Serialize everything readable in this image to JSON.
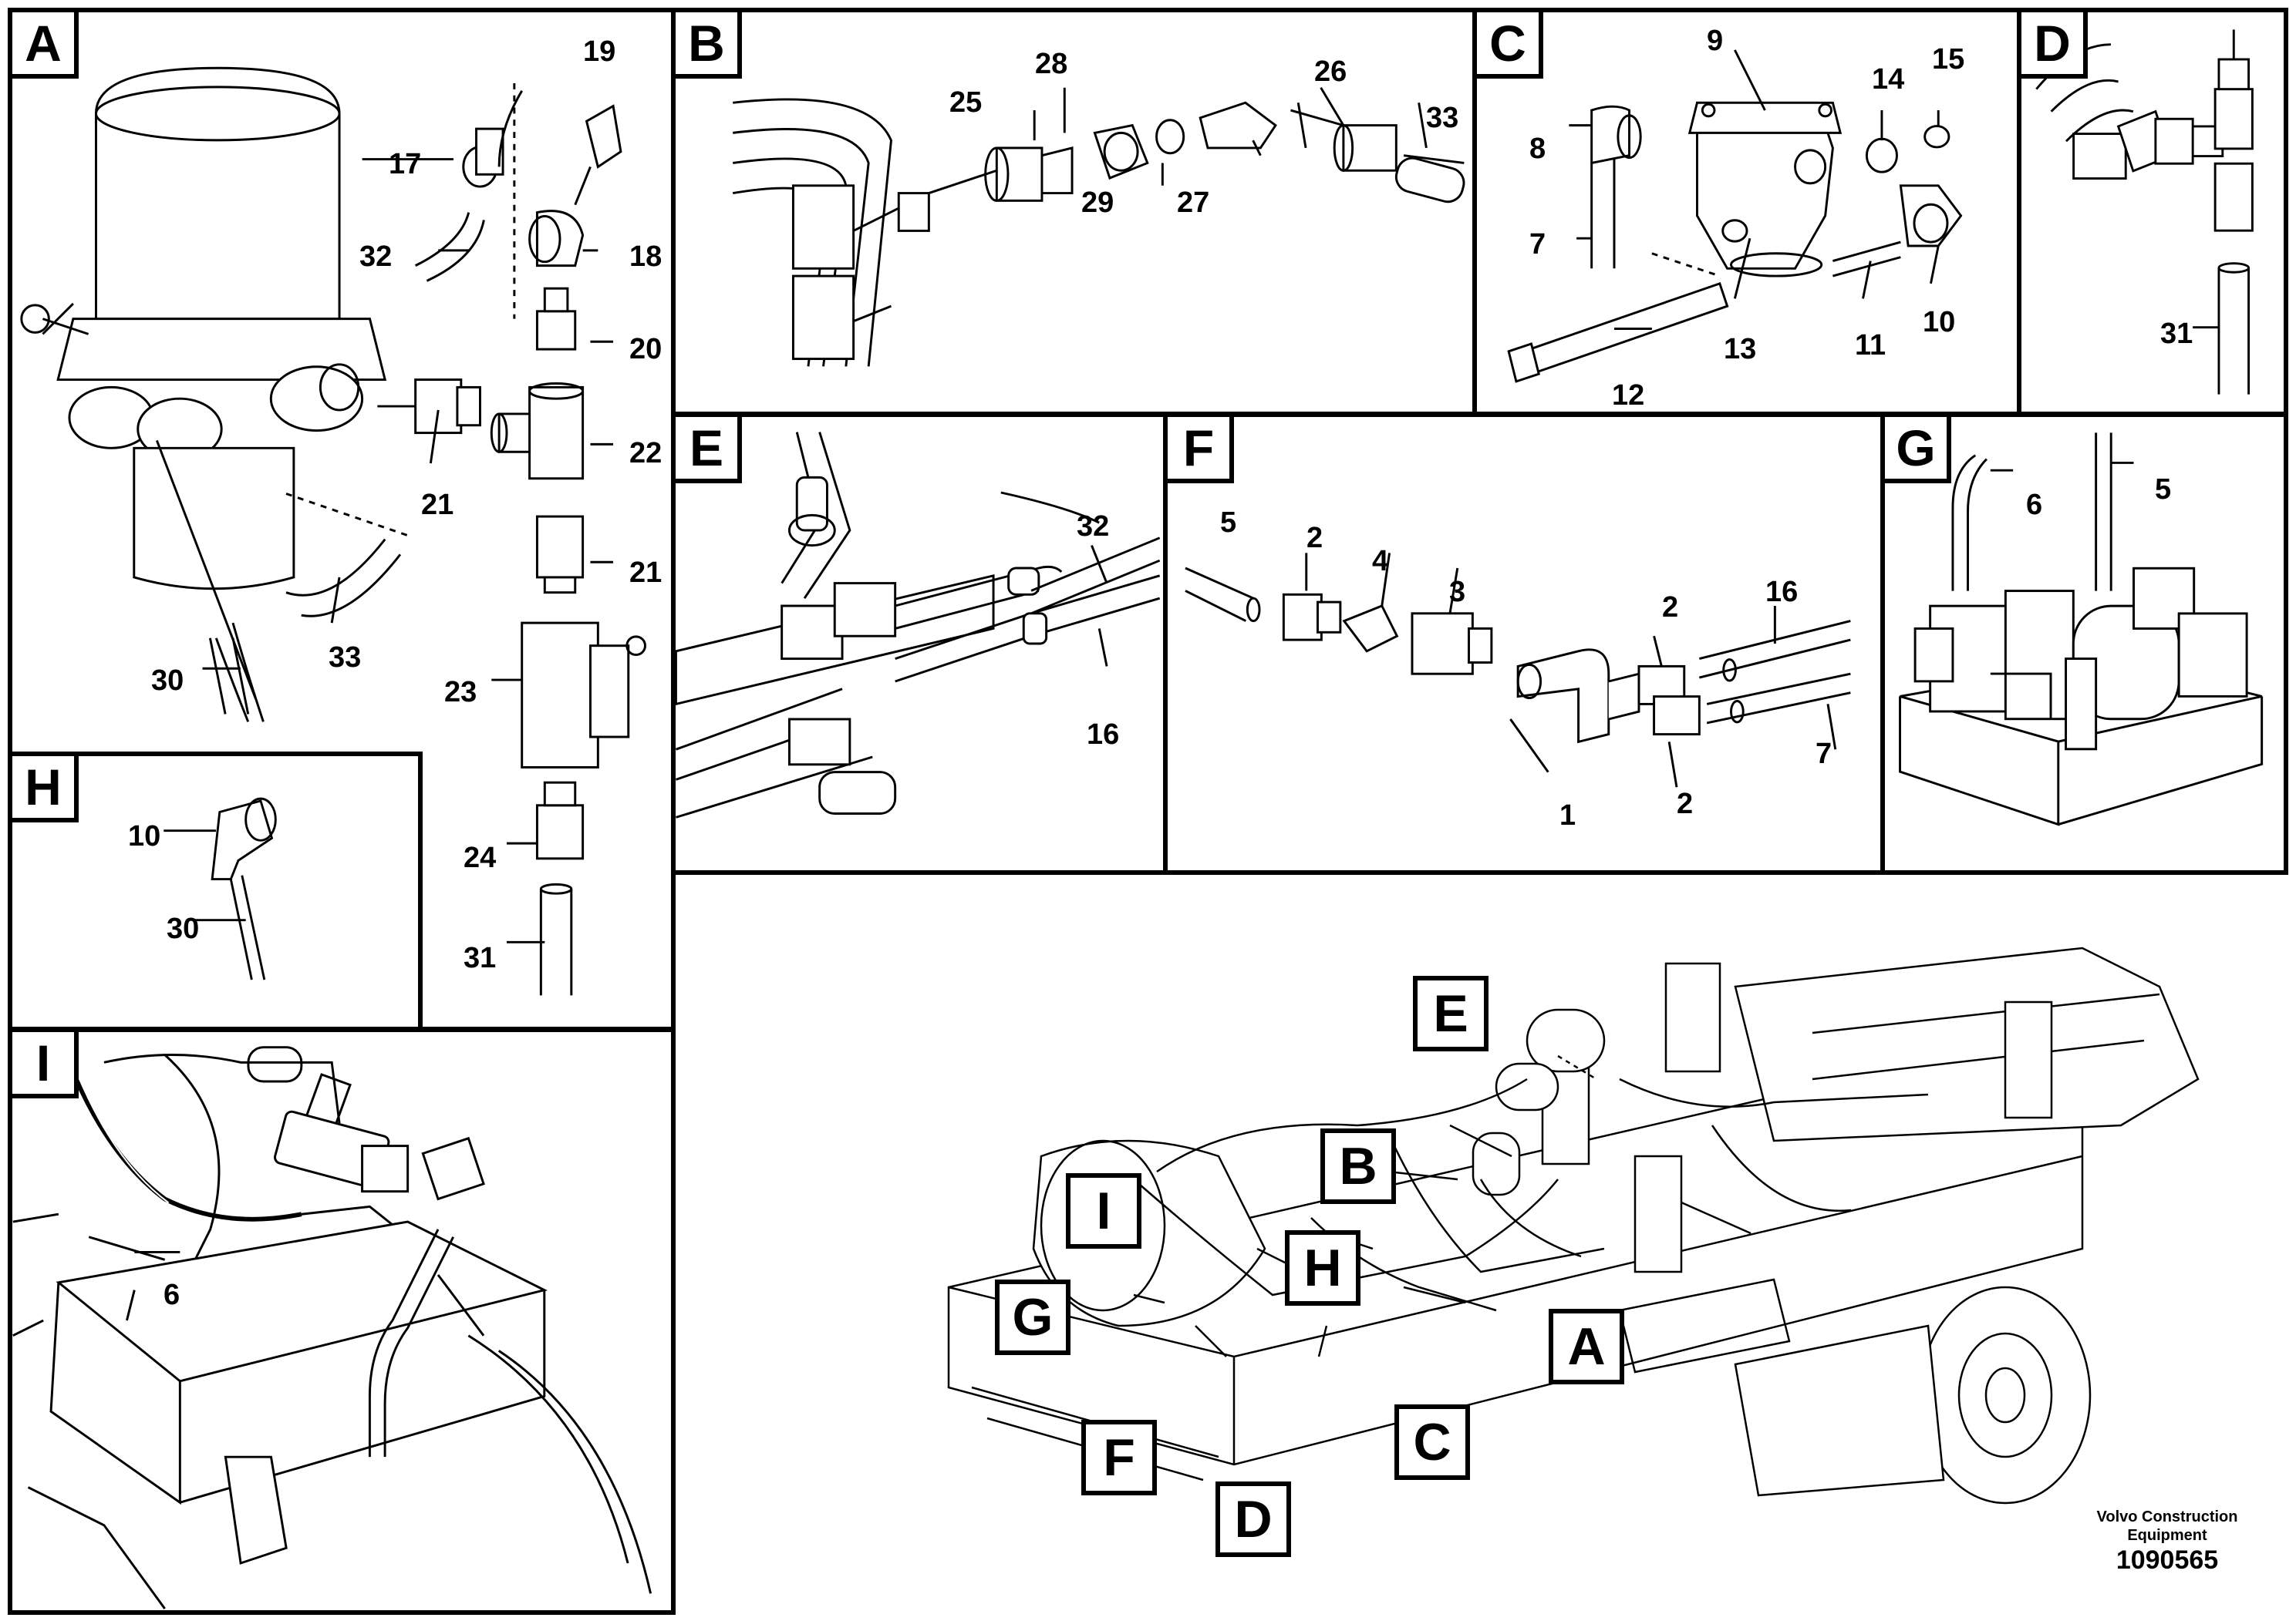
{
  "panels": {
    "A": {
      "tag": "A"
    },
    "B": {
      "tag": "B"
    },
    "C": {
      "tag": "C"
    },
    "D": {
      "tag": "D"
    },
    "E": {
      "tag": "E"
    },
    "F": {
      "tag": "F"
    },
    "G": {
      "tag": "G"
    },
    "H": {
      "tag": "H"
    },
    "I": {
      "tag": "I"
    }
  },
  "numbers": {
    "A": [
      "19",
      "17",
      "32",
      "18",
      "20",
      "22",
      "21",
      "21",
      "33",
      "30",
      "23",
      "24",
      "31"
    ],
    "B": [
      "28",
      "25",
      "26",
      "33",
      "29",
      "27"
    ],
    "C": [
      "9",
      "15",
      "14",
      "8",
      "7",
      "13",
      "12",
      "11",
      "10"
    ],
    "D": [
      "31"
    ],
    "E": [
      "32",
      "16"
    ],
    "F": [
      "5",
      "2",
      "4",
      "3",
      "16",
      "2",
      "2",
      "7",
      "1"
    ],
    "G": [
      "6",
      "5"
    ],
    "H": [
      "10",
      "30"
    ],
    "I": [
      "6"
    ]
  },
  "callouts": [
    "E",
    "B",
    "I",
    "H",
    "G",
    "A",
    "F",
    "C",
    "D"
  ],
  "footer": {
    "brand_line1": "Volvo Construction",
    "brand_line2": "Equipment",
    "code": "1090565"
  },
  "colors": {
    "line": "#000000",
    "background": "#ffffff"
  }
}
